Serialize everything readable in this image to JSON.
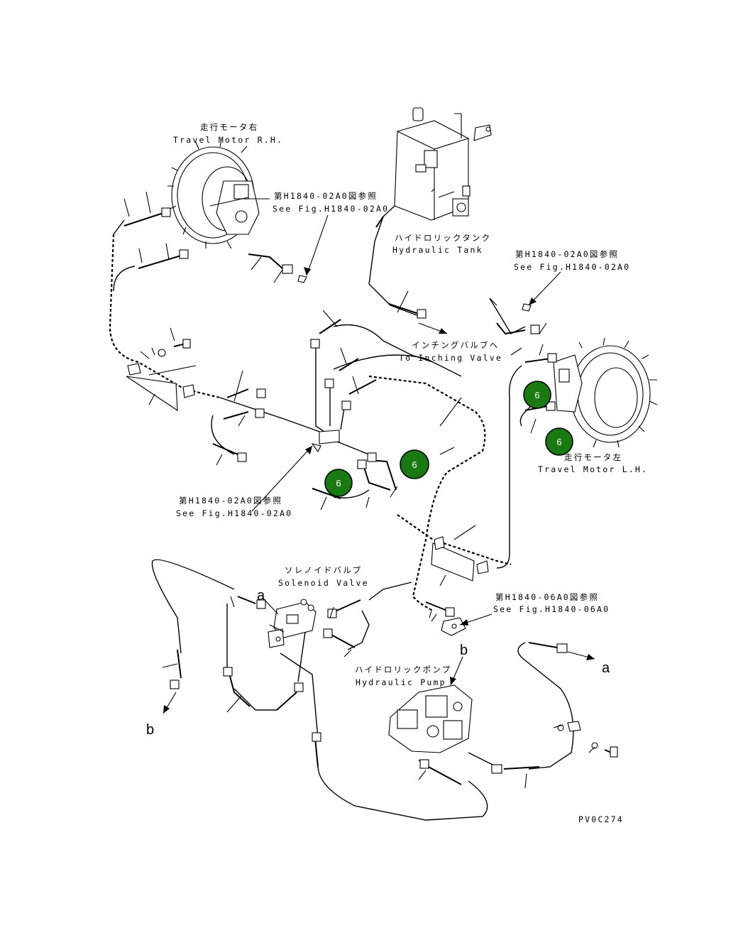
{
  "labels": {
    "travel_motor_rh_jp": "走行モータ右",
    "travel_motor_rh_en": "Travel Motor R.H.",
    "travel_motor_lh_jp": "走行モータ左",
    "travel_motor_lh_en": "Travel Motor L.H.",
    "hydraulic_tank_jp": "ハイドロリックタンク",
    "hydraulic_tank_en": "Hydraulic Tank",
    "inching_valve_jp": "インチングバルブへ",
    "inching_valve_en": "To Inching Valve",
    "solenoid_valve_jp": "ソレノイドバルブ",
    "solenoid_valve_en": "Solenoid Valve",
    "hydraulic_pump_jp": "ハイドロリックポンプ",
    "hydraulic_pump_en": "Hydraulic Pump",
    "see_fig_02a0_jp": "第H1840-02A0図参照",
    "see_fig_02a0_en": "See Fig.H1840-02A0",
    "see_fig_06a0_jp": "第H1840-06A0図参照",
    "see_fig_06a0_en": "See Fig.H1840-06A0",
    "connector_a": "a",
    "connector_b": "b",
    "drawing_code": "PV0C274"
  },
  "callouts": [
    {
      "number": "6"
    },
    {
      "number": "6"
    },
    {
      "number": "6"
    },
    {
      "number": "6"
    }
  ],
  "colors": {
    "callout_fill": "#1a7a12",
    "ink": "#000000",
    "background": "#ffffff"
  }
}
